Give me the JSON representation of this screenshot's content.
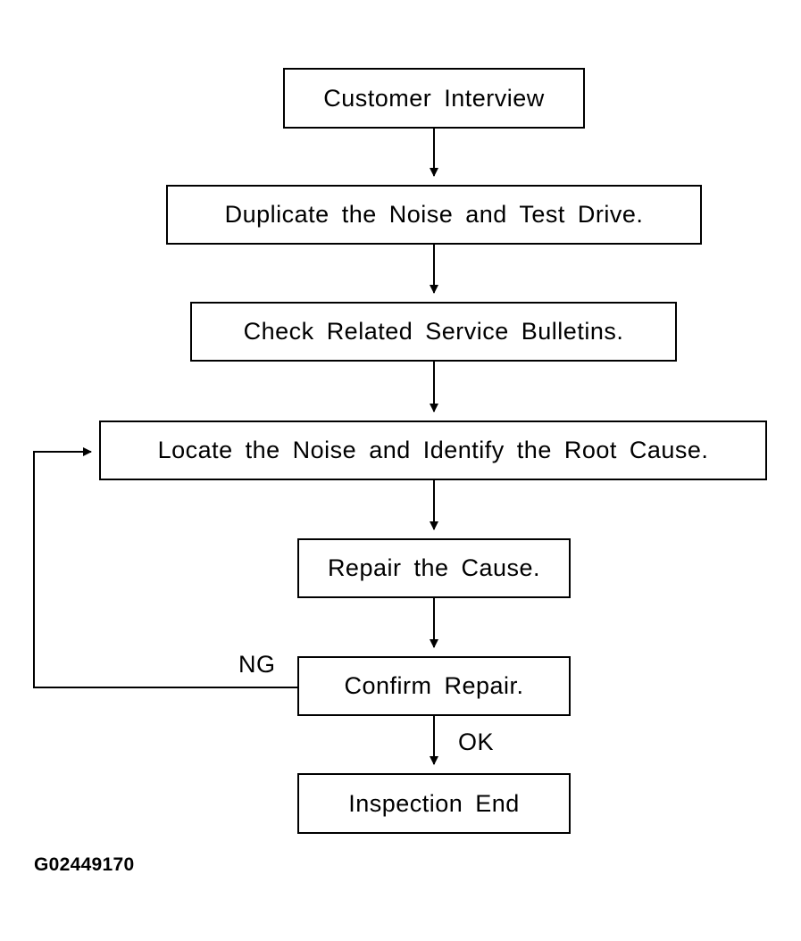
{
  "flowchart": {
    "steps": {
      "customer_interview": "Customer Interview",
      "duplicate_noise": "Duplicate the Noise and Test Drive.",
      "check_bulletins": "Check Related Service Bulletins.",
      "locate_noise": "Locate the Noise and Identify the Root Cause.",
      "repair_cause": "Repair the Cause.",
      "confirm_repair": "Confirm Repair.",
      "inspection_end": "Inspection End"
    },
    "edge_labels": {
      "ng": "NG",
      "ok": "OK"
    }
  },
  "figure_id": "G02449170"
}
